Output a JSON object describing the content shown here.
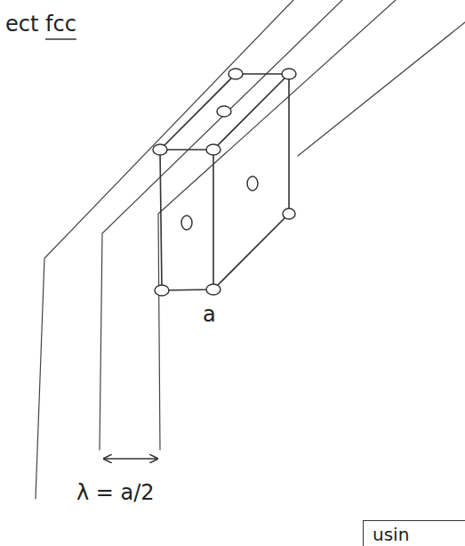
{
  "diagram": {
    "nodes": [
      {
        "text": [
          "usin"
        ]
      }
    ],
    "labels": [
      "ect fcc",
      "a",
      "λ = a/2"
    ]
  }
}
